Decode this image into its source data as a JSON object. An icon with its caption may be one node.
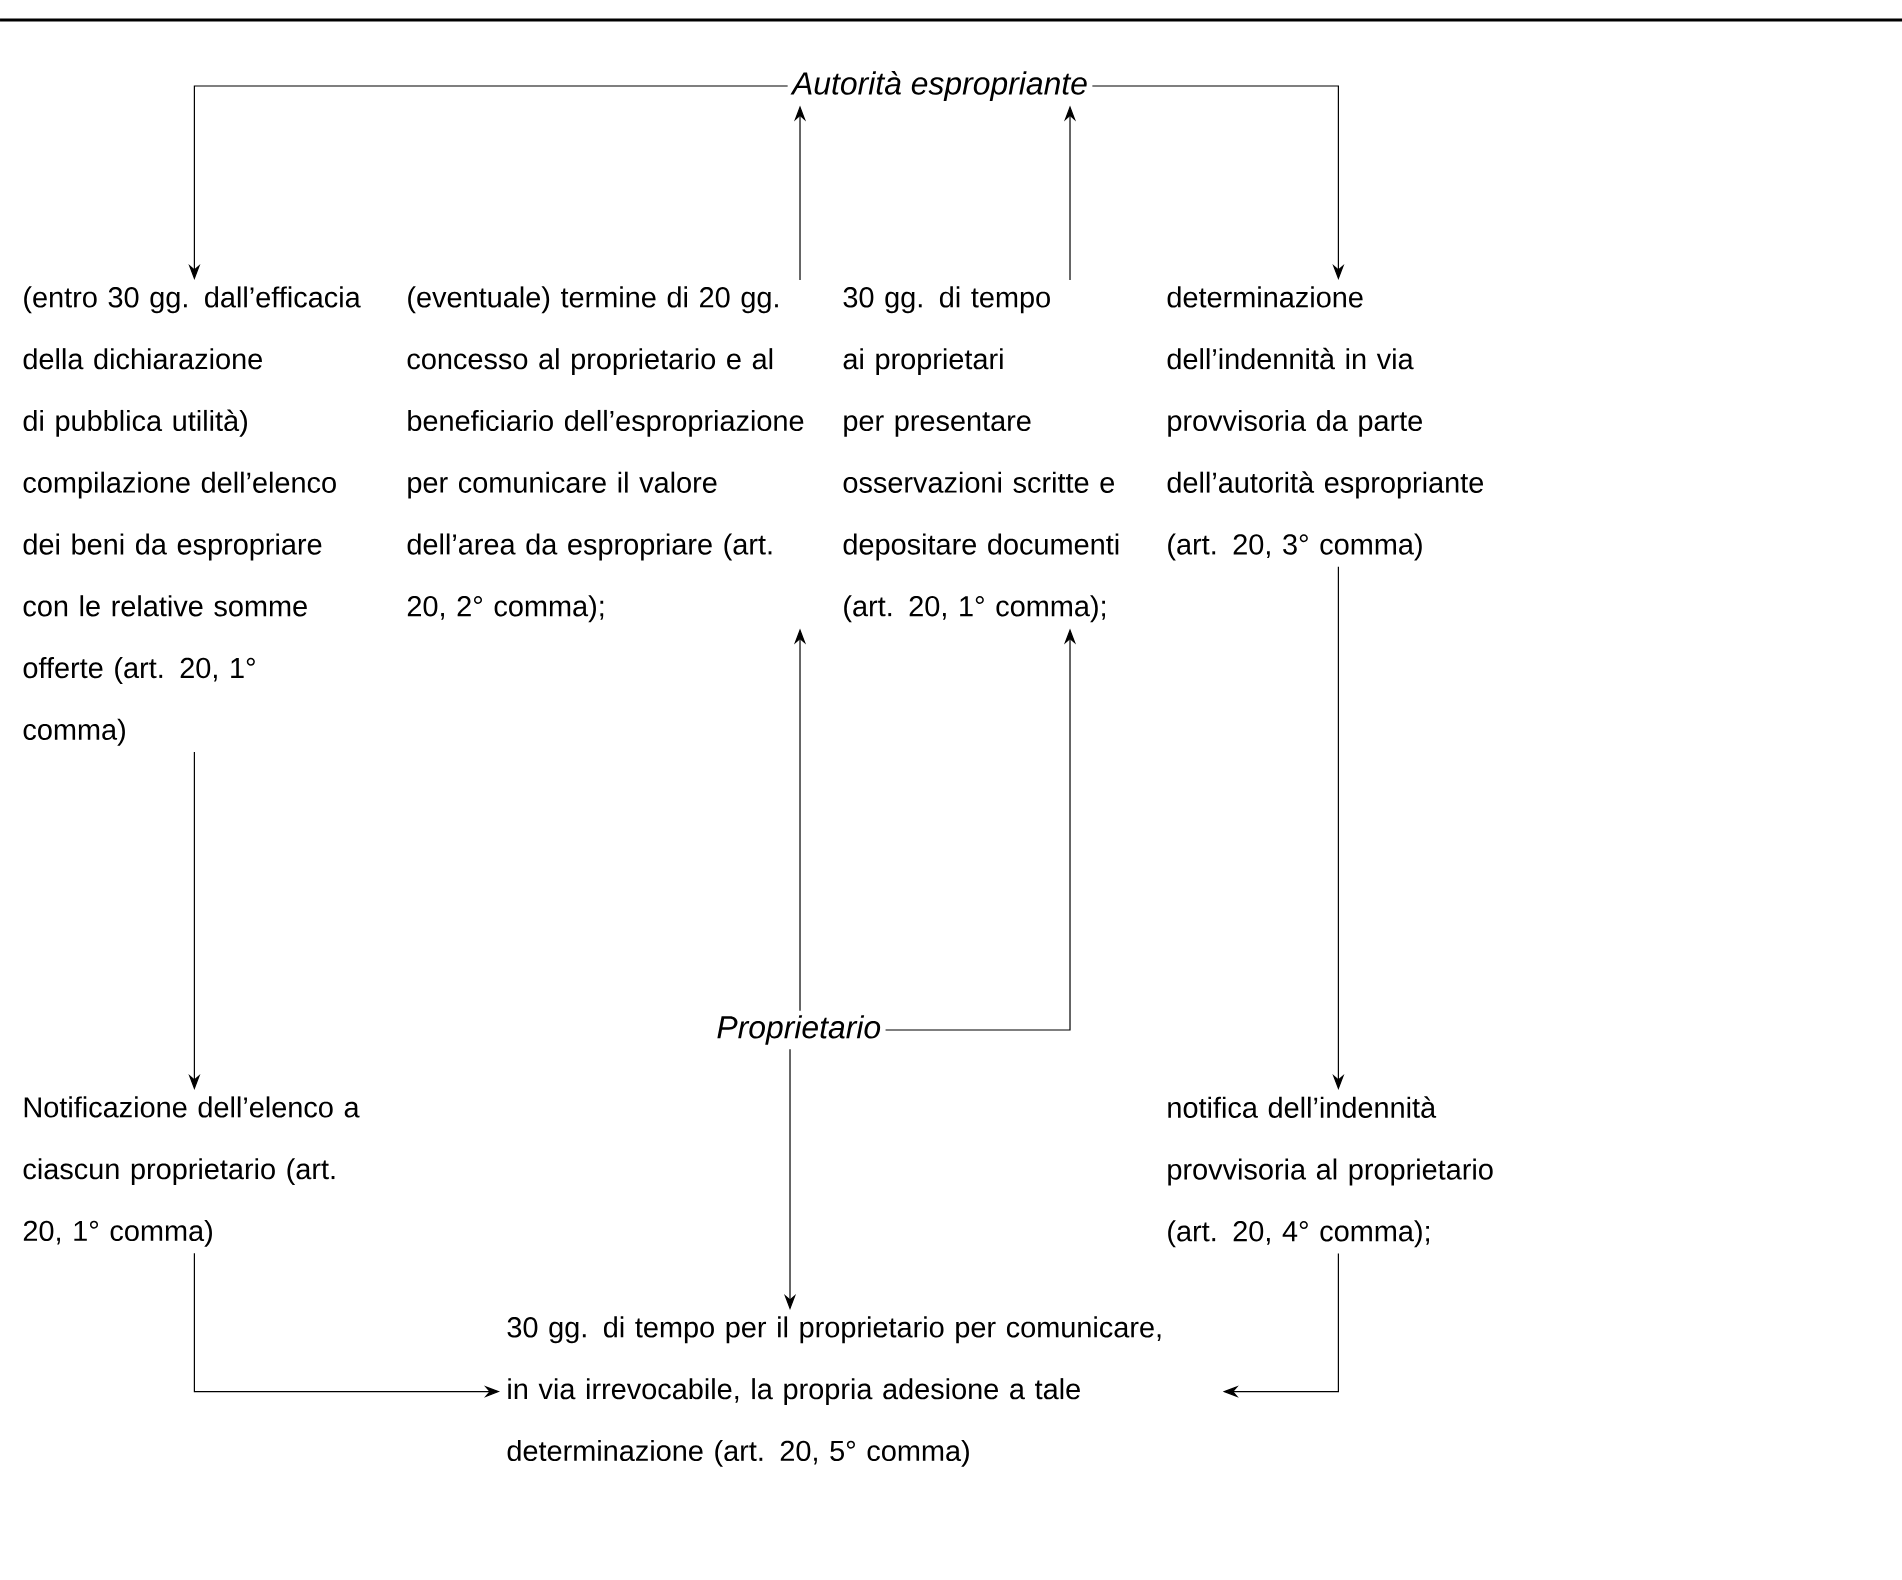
{
  "diagram": {
    "nodes": [
      {
        "text": [
          "Autorità espropriante"
        ]
      },
      {
        "text": [
          "(entro 30 gg. dall’efficacia della dichiarazione di pubblica utilità) compilazione dell’elenco dei beni da espropriare con le relative somme offerte (art. 20, 1° comma)"
        ]
      },
      {
        "text": [
          "(eventuale) termine di 20 gg. concesso al proprietario e al beneficiario dell’espropriazione per comunicare il valore dell’area da espropriare (art. 20, 2° comma);"
        ]
      },
      {
        "text": [
          "30 gg. di tempo ai proprietari per presentare osservazioni scritte e depositare documenti (art. 20, 1° comma);"
        ]
      },
      {
        "text": [
          "determinazione dell’indennità in via provvisoria da parte dell’autorità espropriante (art. 20, 3° comma)"
        ]
      },
      {
        "text": [
          "Notificazione dell’elenco a ciascun proprietario (art. 20, 1° comma)"
        ]
      },
      {
        "text": [
          "Proprietario"
        ]
      },
      {
        "text": [
          "notifica dell’indennità provvisoria al proprietario (art. 20, 4° comma);"
        ]
      },
      {
        "text": [
          "30 gg. di tempo per il proprietario per comunicare, in via irrevocabile, la propria adesione a tale determinazione (art. 20, 5° comma)"
        ]
      }
    ],
    "edges": [
      {
        "from": 0,
        "to": 1,
        "arrow": "to"
      },
      {
        "from": 0,
        "to": 4,
        "arrow": "to"
      },
      {
        "from": 2,
        "to": 0,
        "arrow": "to"
      },
      {
        "from": 3,
        "to": 0,
        "arrow": "to"
      },
      {
        "from": 1,
        "to": 5,
        "arrow": "to"
      },
      {
        "from": 6,
        "to": 2,
        "arrow": "to"
      },
      {
        "from": 6,
        "to": 3,
        "arrow": "to"
      },
      {
        "from": 6,
        "to": 8,
        "arrow": "to"
      },
      {
        "from": 4,
        "to": 7,
        "arrow": "to"
      },
      {
        "from": 5,
        "to": 8,
        "arrow": "to"
      },
      {
        "from": 7,
        "to": 8,
        "arrow": "to"
      }
    ]
  }
}
